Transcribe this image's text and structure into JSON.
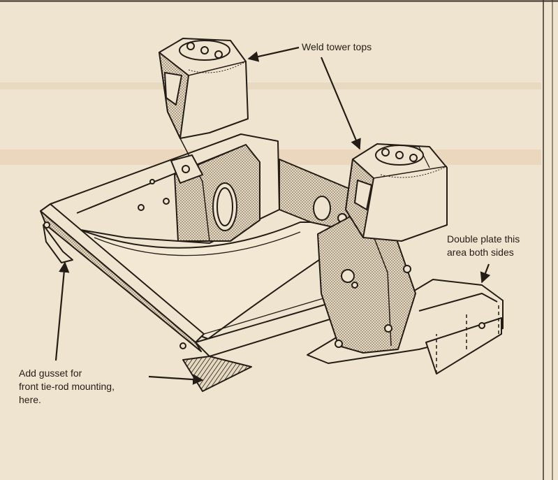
{
  "colors": {
    "paper": "#efe4cf",
    "ink": "#241d16",
    "shading": "#c9bba4",
    "border": "#3a3028"
  },
  "callouts": {
    "weld_tower_tops": "Weld tower tops",
    "double_plate": [
      "Double plate this",
      "area both sides"
    ],
    "gusset": [
      "Add gusset for",
      "front tie-rod mounting,",
      "here."
    ]
  }
}
